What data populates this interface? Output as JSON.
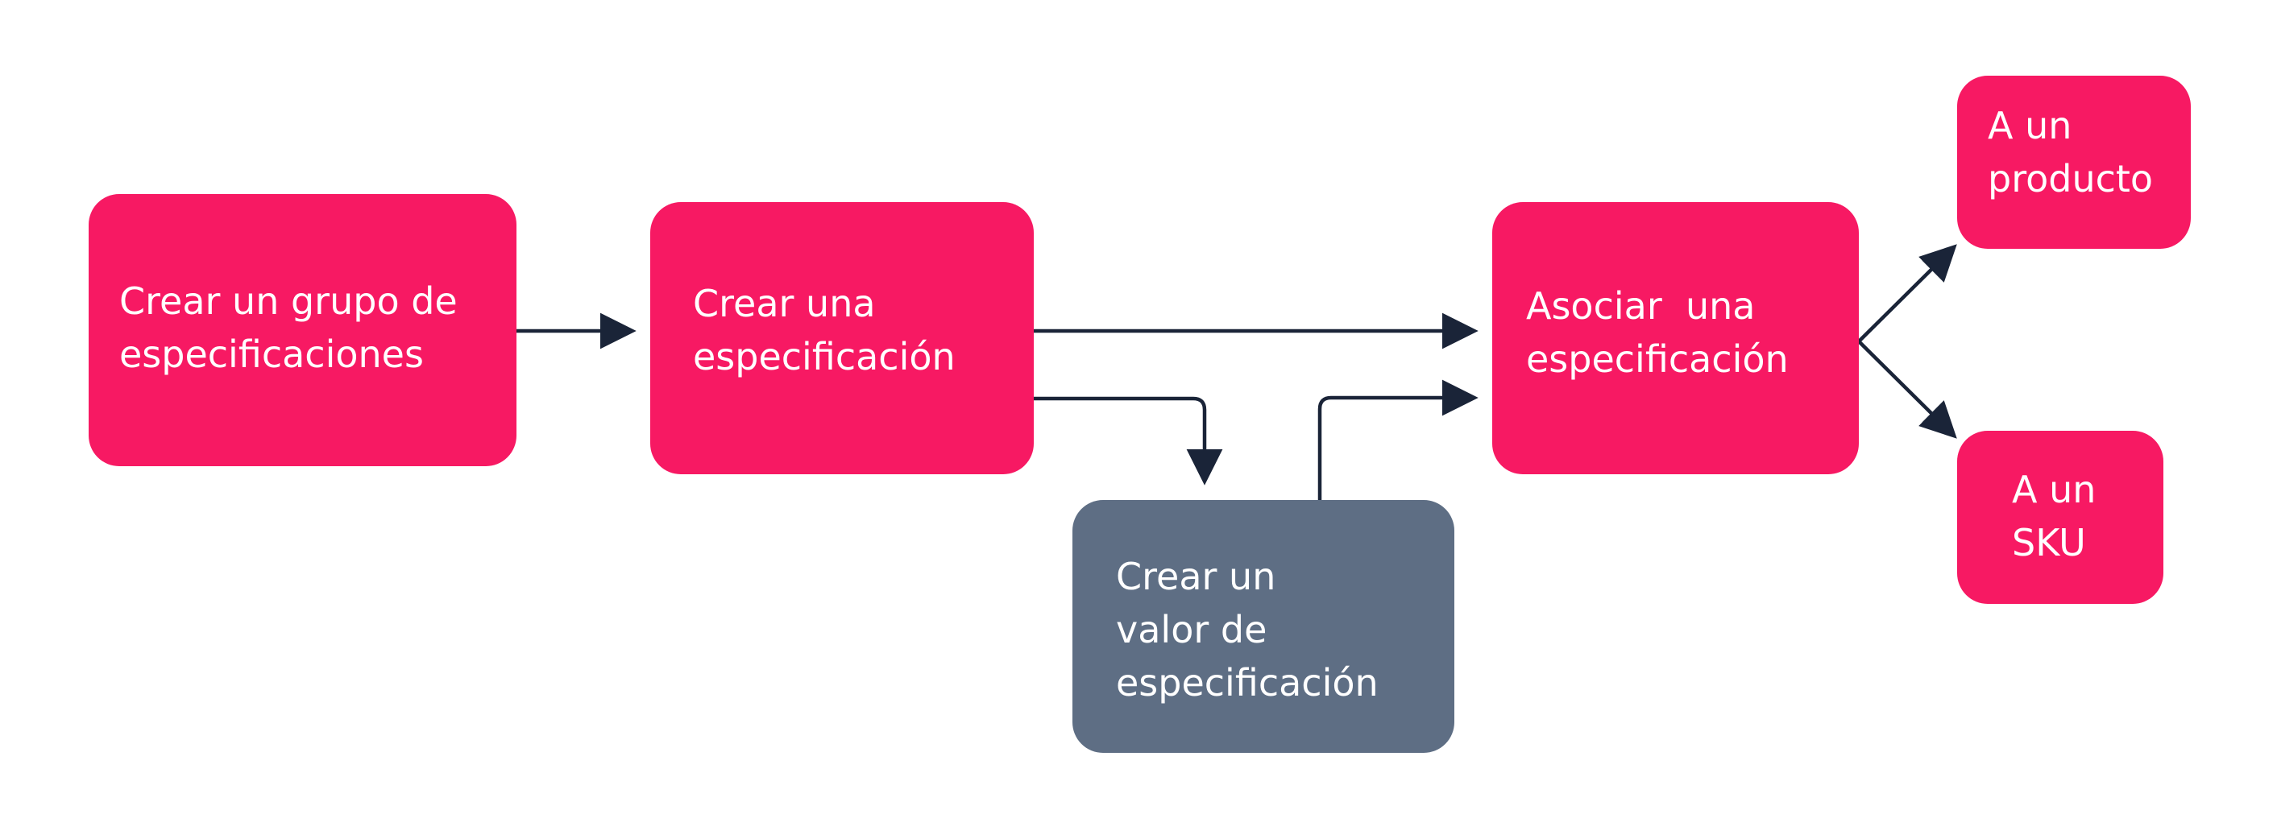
{
  "diagram": {
    "nodes": [
      {
        "id": "n1",
        "lines": [
          "Crear un grupo de",
          "especificaciones"
        ],
        "color": "#F71963"
      },
      {
        "id": "n2",
        "lines": [
          "Crear una",
          "especificación"
        ],
        "color": "#F71963"
      },
      {
        "id": "n3",
        "lines": [
          "Asociar  una",
          "especificación"
        ],
        "color": "#F71963"
      },
      {
        "id": "n4",
        "lines": [
          "Crear un",
          "valor de",
          "especificación"
        ],
        "color": "#5E6E84"
      },
      {
        "id": "n5",
        "lines": [
          "A un",
          "producto"
        ],
        "color": "#F71963"
      },
      {
        "id": "n6",
        "lines": [
          "A un",
          "SKU"
        ],
        "color": "#F71963"
      }
    ],
    "edges": [
      {
        "from": "n1",
        "to": "n2"
      },
      {
        "from": "n2",
        "to": "n3"
      },
      {
        "from": "n2",
        "to": "n4"
      },
      {
        "from": "n4",
        "to": "n3"
      },
      {
        "from": "n3",
        "to": "n5"
      },
      {
        "from": "n3",
        "to": "n6"
      }
    ],
    "colors": {
      "primary": "#F71963",
      "secondary": "#5E6E84",
      "edge": "#1A2438",
      "background": "#FFFFFF"
    }
  }
}
